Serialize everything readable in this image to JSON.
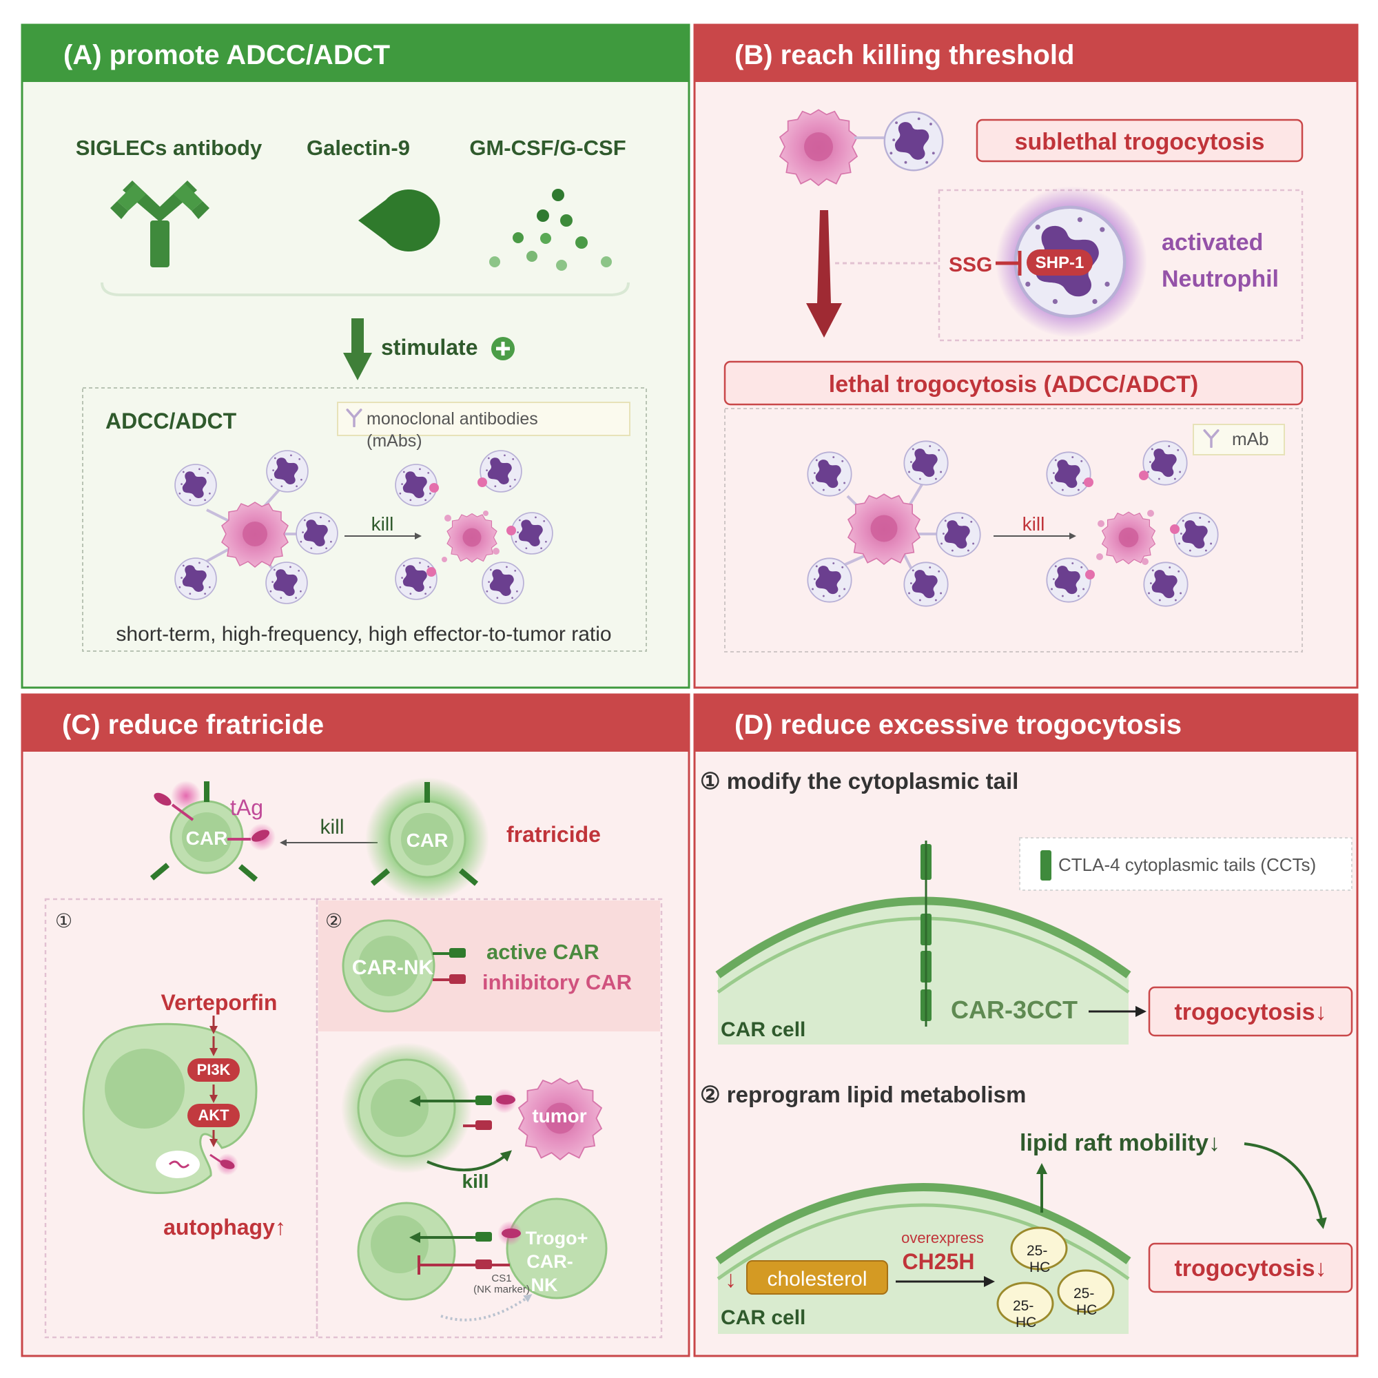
{
  "panelA": {
    "title": "(A) promote ADCC/ADCT",
    "agents": [
      "SIGLECs antibody",
      "Galectin-9",
      "GM-CSF/G-CSF"
    ],
    "stimulate": "stimulate",
    "box_title": "ADCC/ADCT",
    "legend_line1": "monoclonal antibodies",
    "legend_line2": "(mAbs)",
    "kill": "kill",
    "footer": "short-term, high-frequency, high effector-to-tumor ratio"
  },
  "panelB": {
    "title": "(B) reach  killing threshold",
    "sublethal": "sublethal trogocytosis",
    "ssg": "SSG",
    "shp1": "SHP-1",
    "activated": "activated",
    "neutrophil": "Neutrophil",
    "lethal": "lethal trogocytosis (ADCC/ADCT)",
    "legend": "mAb",
    "kill": "kill"
  },
  "panelC": {
    "title": "(C) reduce fratricide",
    "tag": "tAg",
    "car": "CAR",
    "kill": "kill",
    "fratricide": "fratricide",
    "num1": "①",
    "num2": "②",
    "verteporfin": "Verteporfin",
    "pi3k": "PI3K",
    "akt": "AKT",
    "autophagy": "autophagy↑",
    "carnk": "CAR-NK",
    "active_car": "active CAR",
    "inhibitory_car": "inhibitory CAR",
    "tumor": "tumor",
    "kill2": "kill",
    "trogo_line1": "Trogo+",
    "trogo_line2": "CAR-",
    "trogo_line3": "NK",
    "cs1_line1": "CS1",
    "cs1_line2": "(NK marker)"
  },
  "panelD": {
    "title": "(D) reduce excessive trogocytosis",
    "step1": "① modify the cytoplasmic tail",
    "cct_legend": "CTLA-4 cytoplasmic tails (CCTs)",
    "car_cell": "CAR cell",
    "car3cct": "CAR-3CCT",
    "trogocytosis": "trogocytosis↓",
    "step2": "② reprogram lipid metabolism",
    "lipid_raft": "lipid raft mobility↓",
    "overexpress": "overexpress",
    "ch25h": "CH25H",
    "cholesterol": "cholesterol",
    "hc_line1": "25-",
    "hc_line2": "HC",
    "car_cell2": "CAR cell",
    "trogocytosis2": "trogocytosis↓",
    "down_arrow": "↓"
  },
  "colors": {
    "green_header": "#3f9a3e",
    "red_header": "#c94749",
    "green_bg": "#f4f8ee",
    "pink_bg": "#fcefef",
    "dark_green_text": "#2f5a2c",
    "red_text": "#c0343a",
    "purple_text": "#9452a8",
    "pink_text": "#d0527e",
    "neutrophil_fill": "#ecebf6",
    "nucleus": "#6b3f8f",
    "tumor": "#e08bbb"
  }
}
